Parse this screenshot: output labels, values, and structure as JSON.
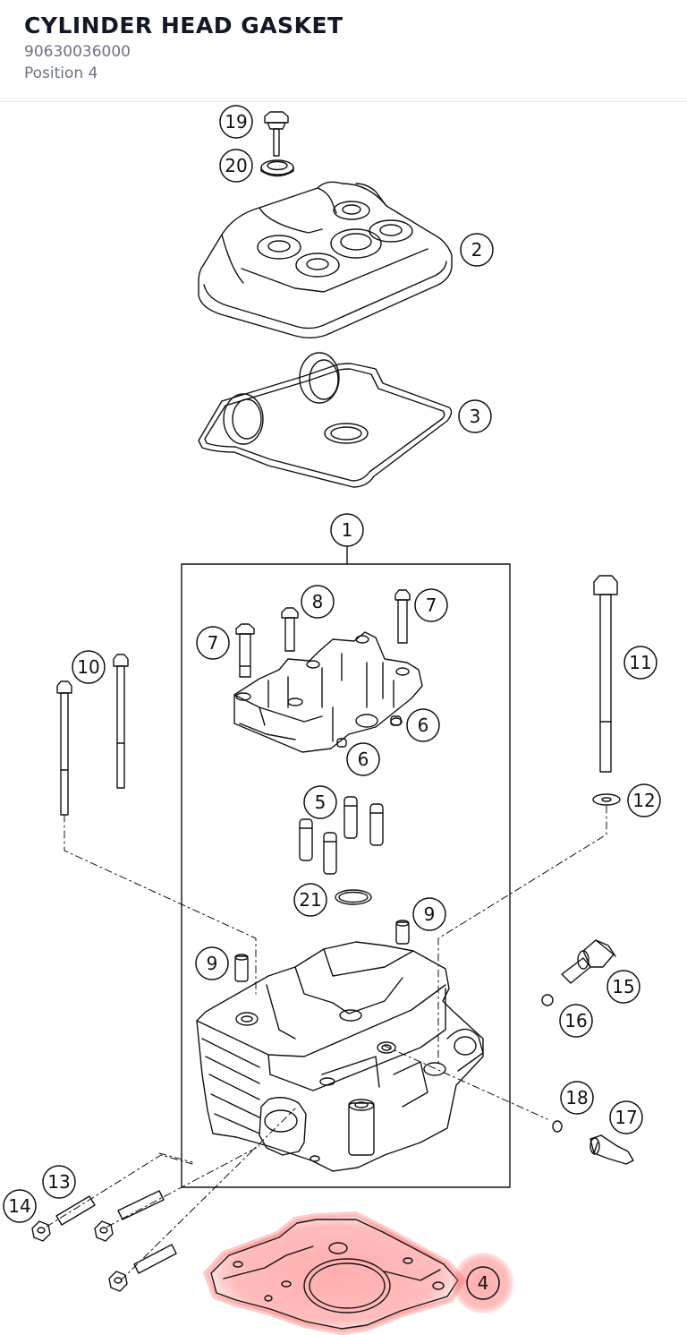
{
  "header": {
    "title": "CYLINDER HEAD GASKET",
    "part_number": "90630036000",
    "position": "Position 4"
  },
  "diagram": {
    "highlight_color": "#ff6b6b",
    "callouts": [
      "19",
      "20",
      "2",
      "3",
      "1",
      "8",
      "7",
      "7",
      "10",
      "11",
      "6",
      "6",
      "5",
      "12",
      "21",
      "9",
      "9",
      "15",
      "16",
      "18",
      "17",
      "13",
      "14",
      "4"
    ]
  }
}
